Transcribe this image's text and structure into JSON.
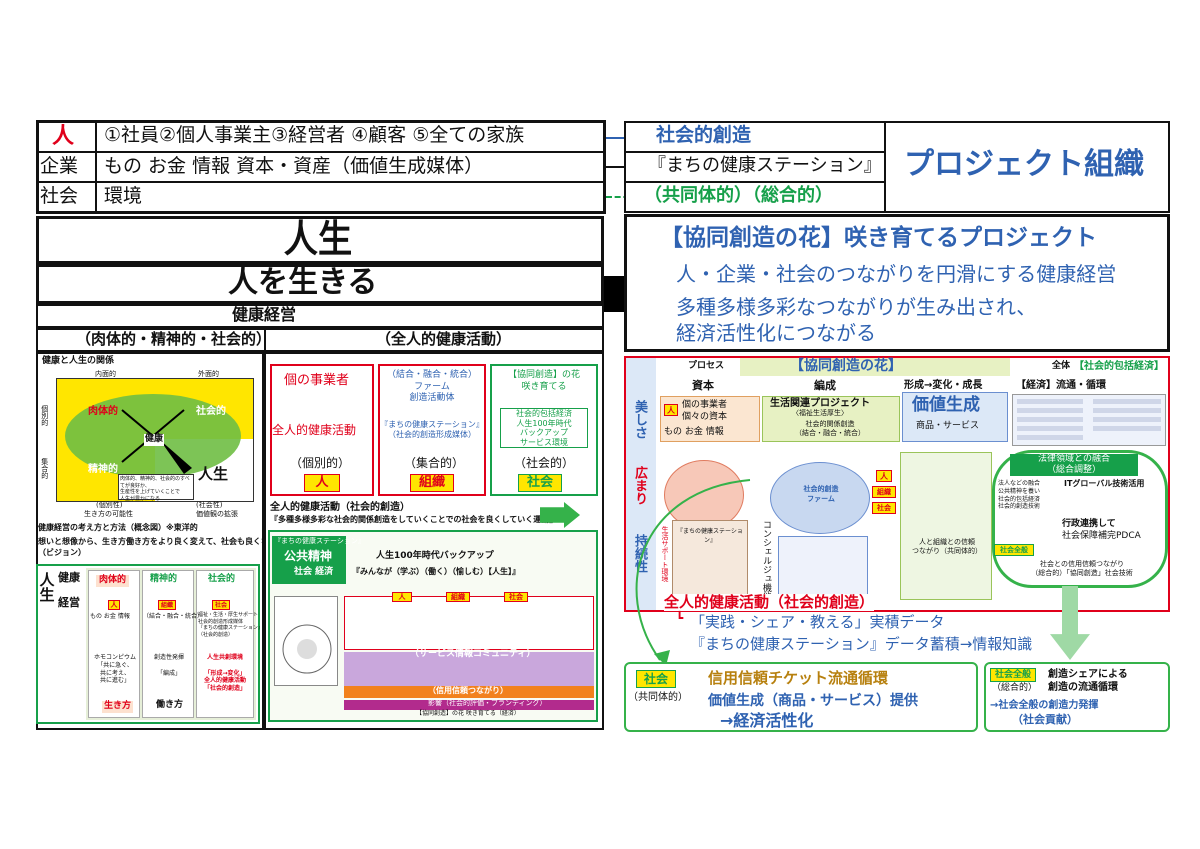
{
  "top_table": {
    "rows": [
      {
        "label": "人",
        "content": "①社員②個人事業主③経営者 ④顧客 ⑤全ての家族",
        "target": "社会的創造"
      },
      {
        "label": "企業",
        "content": "もの お金 情報 資本・資産（価値生成媒体）",
        "target": "『まちの健康ステーション』"
      },
      {
        "label": "社会",
        "content": "環境",
        "target": "（共同体的）（総合的）"
      }
    ],
    "project_org": "プロジェクト組織"
  },
  "life_block": {
    "title": "人生",
    "subtitle": "人を生きる",
    "sub2": "健康経営",
    "left_header": "（肉体的・精神的・社会的）",
    "right_header": "（全人的健康活動）"
  },
  "flower_box": {
    "title": "【協同創造の花】咲き育てるプロジェクト",
    "line1": "人・企業・社会のつながりを円滑にする健康経営",
    "line2": "多種多様多彩なつながりが生み出され、",
    "line3": "経済活性化につながる"
  },
  "left_diagram": {
    "title": "健康と人生の関係",
    "col1": "内面的",
    "col2": "外面的",
    "row1": "個別的",
    "row2": "集合的",
    "physical": "肉体的",
    "social": "社会的",
    "mental": "精神的",
    "health": "健康",
    "life": "人生",
    "note": "肉体的、精神的、社会的のすべてが良好か、\n生産性を上げていくことで\n人生が豊かになる",
    "foot1": "(個別性)",
    "foot2": "(社会性)",
    "foot3": "生き方の可能性",
    "foot4": "価値観の拡張",
    "concept1": "健康経営の考え方と方法（概念図）※東洋的",
    "concept2": "想いと想像から、生き方働き方をより良く変えて、社会も良くなる",
    "concept3": "（ビジョン）"
  },
  "left_table": {
    "side": "人生",
    "r1": "健康",
    "r2": "経営",
    "c1": "肉体的",
    "c2": "精神的",
    "c3": "社会的",
    "c1_items": "もの お金 情報",
    "c2_items": "（結合・融合・統合）",
    "c3_items": "福祉・生活・厚生サポート\n社会的創造形成媒体\n『まちの健康ステーション』\n（社会的創造）",
    "c1_body": "ホモコンピウム\n「共に急ぐ、\n共に考え、\n共に進む」",
    "c2_body": "創造性発揮\n\n「編成」",
    "c3_body": "人生共創環境\n\n「形成→変化」\n全人的健康活動\n「社会的創造」",
    "c1_foot": "生き方",
    "c2_foot": "働き方",
    "badge_person": "人",
    "badge_org": "組織",
    "badge_soc": "社会"
  },
  "middle": {
    "col1_a": "個の事業者",
    "col1_b": "全人的健康活動",
    "col1_c": "（個別的）",
    "col1_badge": "人",
    "col2_a": "（結合・融合・統合）\nファーム\n創造活動体",
    "col2_b": "『まちの健康ステーション』\n（社会的創造形成媒体）",
    "col2_c": "（集合的）",
    "col2_badge": "組織",
    "col3_a": "【協同創造】の花\n咲き育てる",
    "col3_b": "社会的包括経済\n人生100年時代\nバックアップ\nサービス環境",
    "col3_c": "（社会的）",
    "col3_badge": "社会",
    "band1": "全人的健康活動（社会的創造）",
    "band2": "『多種多様多彩な社会的関係創造をしていくことでの社会を良くしていく運動』",
    "pub": "公共精神",
    "pub2": "社会 経済",
    "l100": "人生100年時代バックアップ",
    "minna": "『みんなが（学ぶ）（働く）（愉しむ）【人生】』",
    "community": "（サービス情報コミュニティ）",
    "trust": "（信用信頼つながり）",
    "footer": "影響（社会的評価・ブランディング）",
    "footer2": "【協同創造】の花 咲き育てる（経済）"
  },
  "right_diagram": {
    "left_labels": [
      "美しさ",
      "広まり",
      "持続性"
    ],
    "process": "プロセス",
    "title": "【協同創造の花】",
    "all": "全体",
    "all2": "【社会的包括経済】",
    "capital": "資本",
    "hensei": "編成",
    "keisei": "形成→変化・成長",
    "keizai": "【経済】流通・循環",
    "jigyousha": "個の事業者\n個々の資本",
    "mono": "もの お金 情報",
    "seikatsu": "生活関連プロジェクト",
    "fukushi": "〈福祉生活厚生〉",
    "shakai_kankei": "社会的関係創造\n（結合・融合・統合）",
    "kachi": "価値生成",
    "shohin": "商品・サービス",
    "legal": "法律領域との融合\n（総合調整）",
    "it": "ITグローバル技術活用",
    "gyosei": "行政連携して",
    "pdca": "社会保障補完PDCA",
    "shakai_zen": "社会全般",
    "trust": "社会との信用信頼つながり\n（総合的）「協同創造」社会技術",
    "badge_person": "人",
    "badge_org": "組織",
    "badge_soc": "社会",
    "station": "『まちの健康ステーション』",
    "concierge": "コンシェルジュ機能",
    "farm": "社会的創造\nファーム",
    "bottom_line": "全人的健康活動（社会的創造）",
    "koui": "人と組織との信頼\nつながり（共同体的）",
    "life_support": "生活サポート環境"
  },
  "bottom_right": {
    "arrow1": "「実践・シェア・教える」実積データ",
    "arrow2": "『まちの健康ステーション』データ蓄積→情報知識",
    "box1_badge": "社会",
    "box1_sub": "（共同体的）",
    "box1_line1": "信用信頼チケット流通循環",
    "box1_line2": "価値生成（商品・サービス）提供",
    "box1_line3": "→経済活性化",
    "box2_badge": "社会全般",
    "box2_sub": "（総合的）",
    "box2_line1": "創造シェアによる\n創造の流通循環",
    "box2_line2": "→社会全般の創造力発揮",
    "box2_line3": "（社会貢献）"
  },
  "colors": {
    "red": "#e0001b",
    "blue": "#2f62b1",
    "green": "#16a04a",
    "yellow": "#ffe600"
  }
}
